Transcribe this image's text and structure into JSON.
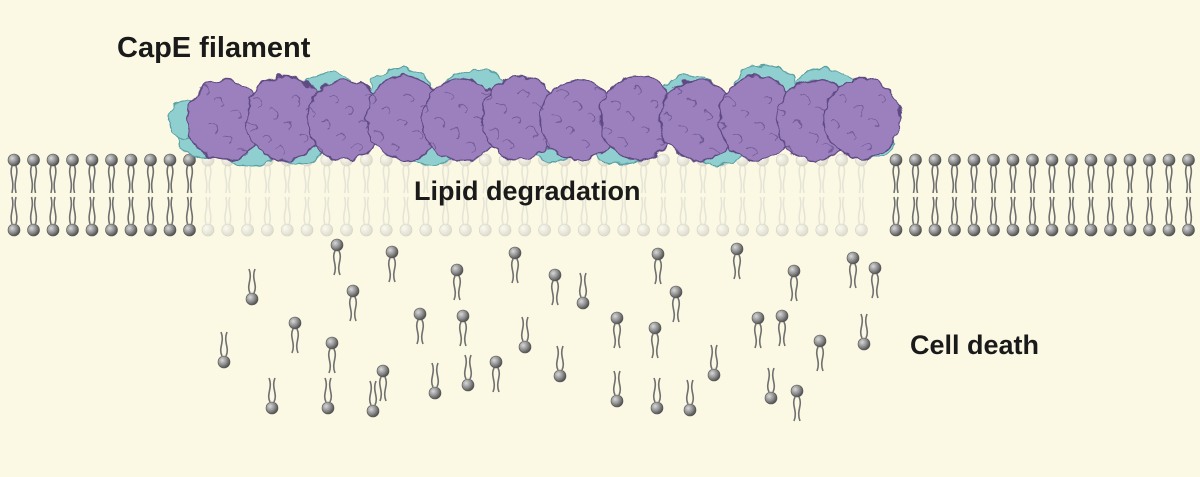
{
  "labels": {
    "filament": "CapE filament",
    "degradation": "Lipid degradation",
    "outcome": "Cell death"
  },
  "colors": {
    "background": "#fbf9e4",
    "protein_primary": "#9b80bd",
    "protein_secondary": "#8fcfd0",
    "lipid_head": "#8e8e8e",
    "lipid_tail": "#707070",
    "lipid_faded": "#e6e4d6"
  },
  "icons": {
    "lipid": "phospholipid-icon",
    "filament": "protein-filament-icon"
  }
}
